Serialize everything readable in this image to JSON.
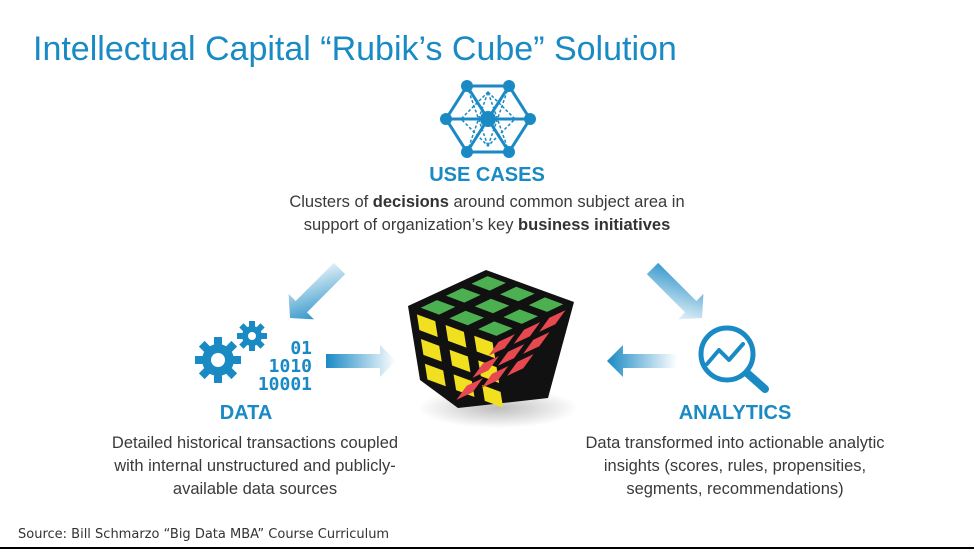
{
  "title": "Intellectual Capital “Rubik’s Cube” Solution",
  "use_cases": {
    "heading": "USE CASES",
    "line1_pre": "Clusters of ",
    "line1_bold": "decisions",
    "line1_post": " around common subject area in",
    "line2_pre": "support of organization’s key ",
    "line2_bold": "business initiatives"
  },
  "data_node": {
    "heading": "DATA",
    "binary": [
      "01",
      "1010",
      "10001"
    ],
    "desc": [
      "Detailed historical transactions coupled",
      "with internal unstructured and publicly-",
      "available data sources"
    ]
  },
  "analytics_node": {
    "heading": "ANALYTICS",
    "desc": [
      "Data transformed into actionable analytic",
      "insights (scores, rules, propensities,",
      "segments, recommendations)"
    ]
  },
  "source": "Source: Bill Schmarzo “Big Data MBA” Course Curriculum",
  "colors": {
    "accent": "#1a8ac4",
    "cube_green": "#4caf50",
    "cube_red": "#e8484f",
    "cube_yellow": "#f0e020"
  },
  "icons": [
    "network-hexagon-icon",
    "gears-icon",
    "analytics-magnifier-icon",
    "rubiks-cube-icon",
    "arrow-icon"
  ]
}
